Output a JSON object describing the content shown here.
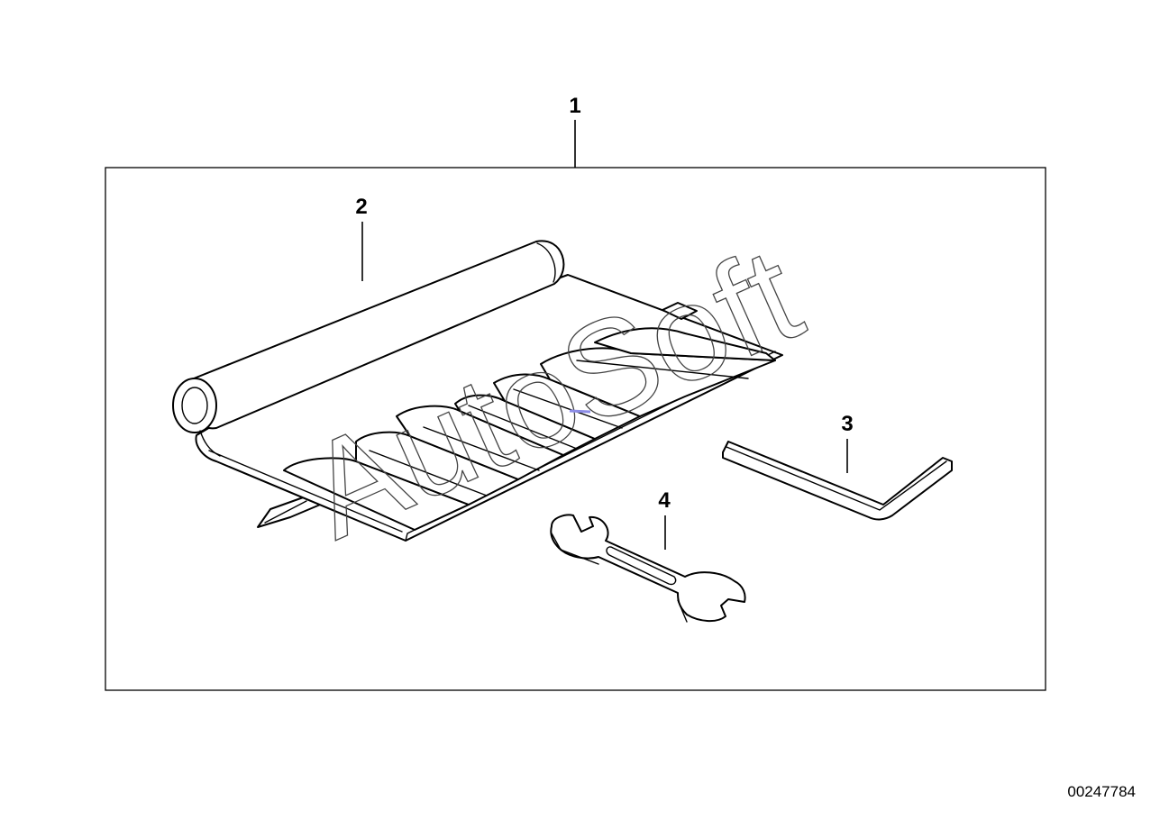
{
  "diagram": {
    "callouts": {
      "assembly": "1",
      "tool_bag": "2",
      "hex_key": "3",
      "open_end_wrench": "4"
    },
    "drawing_number": "00247784",
    "watermark": "AutoSoft"
  }
}
